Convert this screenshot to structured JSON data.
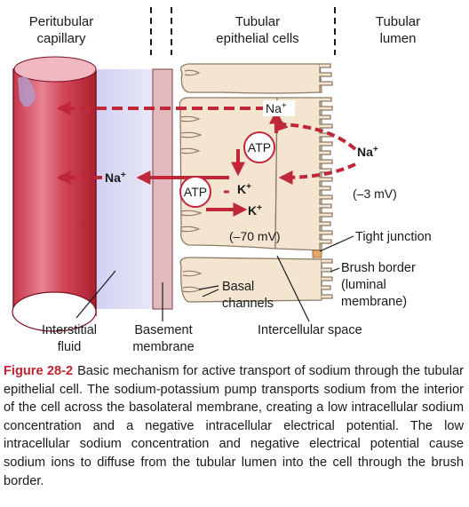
{
  "labels": {
    "peritubular": [
      "Peritubular",
      "capillary"
    ],
    "tubular_cells": [
      "Tubular",
      "epithelial cells"
    ],
    "lumen": [
      "Tubular",
      "lumen"
    ],
    "na_top": "Na",
    "na_right": "Na",
    "na_left": "Na",
    "plus": "+",
    "atp_top": "ATP",
    "atp_bottom": "ATP",
    "k_upper": "K",
    "k_lower": "K",
    "potential_cell": "(–70 mV)",
    "potential_lumen": "(–3 mV)",
    "tight_junction": "Tight junction",
    "brush_border": [
      "Brush border",
      "(luminal",
      "membrane)"
    ],
    "basal_channels": [
      "Basal",
      "channels"
    ],
    "intercellular": "Intercellular space",
    "interstitial": [
      "Interstitial",
      "fluid"
    ],
    "basement": [
      "Basement",
      "membrane"
    ]
  },
  "caption": {
    "figure": "Figure 28-2",
    "text": "Basic mechanism for active transport of sodium through the tubular epithelial cell. The sodium-potassium pump transports sodium from the interior of the cell across the basolateral membrane, creating a low intracellular sodium concentration and a negative intracellular electrical potential. The low intracellular sodium concentration and negative electrical potential cause sodium ions to diffuse from the tubular lumen into the cell through the brush border."
  },
  "colors": {
    "capillary": "#b8283a",
    "cell": "#f4e6d3",
    "arrow": "#c0283a",
    "interstitial": "#c7c9ef",
    "membrane": "#e0b8bb"
  }
}
